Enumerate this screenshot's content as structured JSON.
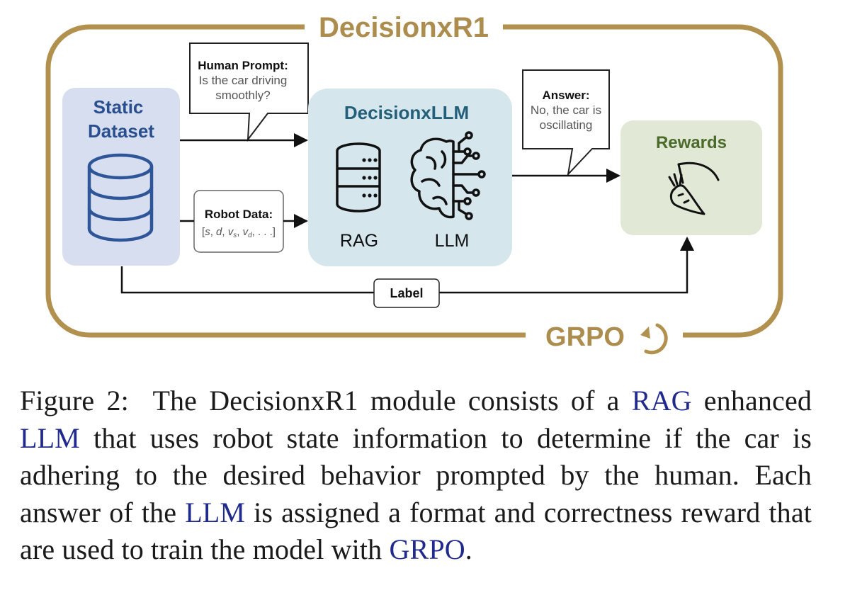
{
  "diagram": {
    "title": "DecisionxR1",
    "loop_label": "GRPO",
    "static_dataset": {
      "line1": "Static",
      "line2": "Dataset"
    },
    "human_prompt": {
      "heading": "Human Prompt:",
      "line1": "Is the car driving",
      "line2": "smoothly?"
    },
    "robot_data": {
      "heading": "Robot Data:",
      "formula": "[s, d, v",
      "formula_parts": [
        "[",
        "s",
        ", ",
        "d",
        ", ",
        "v",
        "s",
        ", ",
        "v",
        "d",
        ", . . .]"
      ]
    },
    "decision_llm": {
      "title": "DecisionxLLM",
      "rag_label": "RAG",
      "llm_label": "LLM"
    },
    "answer": {
      "heading": "Answer:",
      "line1": "No, the car is",
      "line2": "oscillating"
    },
    "rewards": {
      "title": "Rewards"
    },
    "label_box": "Label",
    "colors": {
      "frame_gold": "#b2914f",
      "title_gold": "#ac8d4d",
      "dataset_fill": "#d6deef",
      "dataset_text": "#2a4f8f",
      "llm_fill": "#d5e6ed",
      "llm_text": "#245f7a",
      "rewards_fill": "#e2e8d6",
      "rewards_text": "#4b6b2b"
    },
    "icons": [
      "database-icon",
      "server-icon",
      "brain-circuit-icon",
      "carrot-stick-icon",
      "refresh-cycle-icon"
    ]
  },
  "caption": {
    "label": "Figure 2:",
    "t1": "The DecisionxR1 module consists of a",
    "rag": "RAG",
    "t2": "enhanced",
    "llm1": "LLM",
    "t3": "that uses robot state information to determine if the car is adhering to the desired behavior prompted by the human. Each answer of the",
    "llm2": "LLM",
    "t4": "is assigned a format and correctness reward that are used to train the model with",
    "grpo": "GRPO",
    "t5": "."
  }
}
